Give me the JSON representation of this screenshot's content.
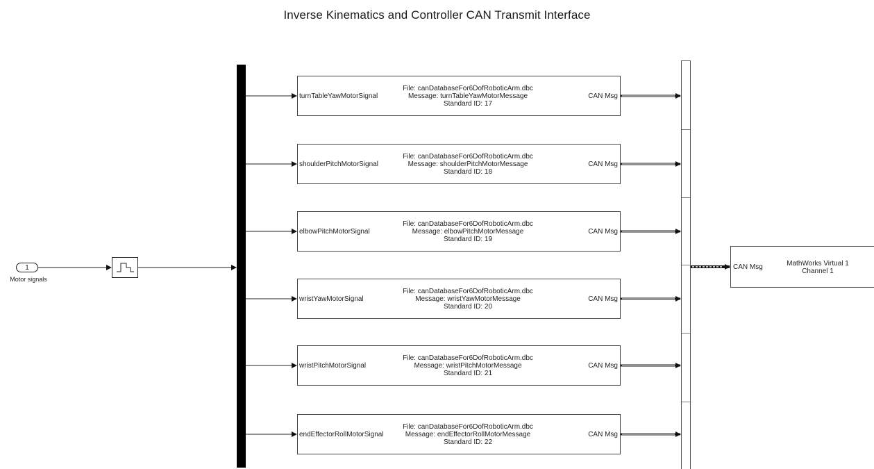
{
  "title": "Inverse Kinematics and Controller CAN Transmit Interface",
  "inport": {
    "number": "1",
    "label": "Motor signals"
  },
  "zoh": {
    "icon": "zero-order-hold-icon"
  },
  "pack_blocks": [
    {
      "input_label": "turnTableYawMotorSignal",
      "file": "File: canDatabaseFor6DofRoboticArm.dbc",
      "message": "Message: turnTableYawMotorMessage",
      "id": "Standard ID: 17",
      "output_label": "CAN Msg"
    },
    {
      "input_label": "shoulderPitchMotorSignal",
      "file": "File: canDatabaseFor6DofRoboticArm.dbc",
      "message": "Message: shoulderPitchMotorMessage",
      "id": "Standard ID: 18",
      "output_label": "CAN Msg"
    },
    {
      "input_label": "elbowPitchMotorSignal",
      "file": "File: canDatabaseFor6DofRoboticArm.dbc",
      "message": "Message: elbowPitchMotorMessage",
      "id": "Standard ID: 19",
      "output_label": "CAN Msg"
    },
    {
      "input_label": "wristYawMotorSignal",
      "file": "File: canDatabaseFor6DofRoboticArm.dbc",
      "message": "Message: wristYawMotorMessage",
      "id": "Standard ID: 20",
      "output_label": "CAN Msg"
    },
    {
      "input_label": "wristPitchMotorSignal",
      "file": "File: canDatabaseFor6DofRoboticArm.dbc",
      "message": "Message: wristPitchMotorMessage",
      "id": "Standard ID: 21",
      "output_label": "CAN Msg"
    },
    {
      "input_label": "endEffectorRollMotorSignal",
      "file": "File: canDatabaseFor6DofRoboticArm.dbc",
      "message": "Message: endEffectorRollMotorMessage",
      "id": "Standard ID: 22",
      "output_label": "CAN Msg"
    }
  ],
  "transmit": {
    "input_label": "CAN Msg",
    "line1": "MathWorks Virtual 1",
    "line2": "Channel 1"
  },
  "colors": {
    "wire": "#222222",
    "bus": "#000000",
    "background": "#ffffff"
  }
}
